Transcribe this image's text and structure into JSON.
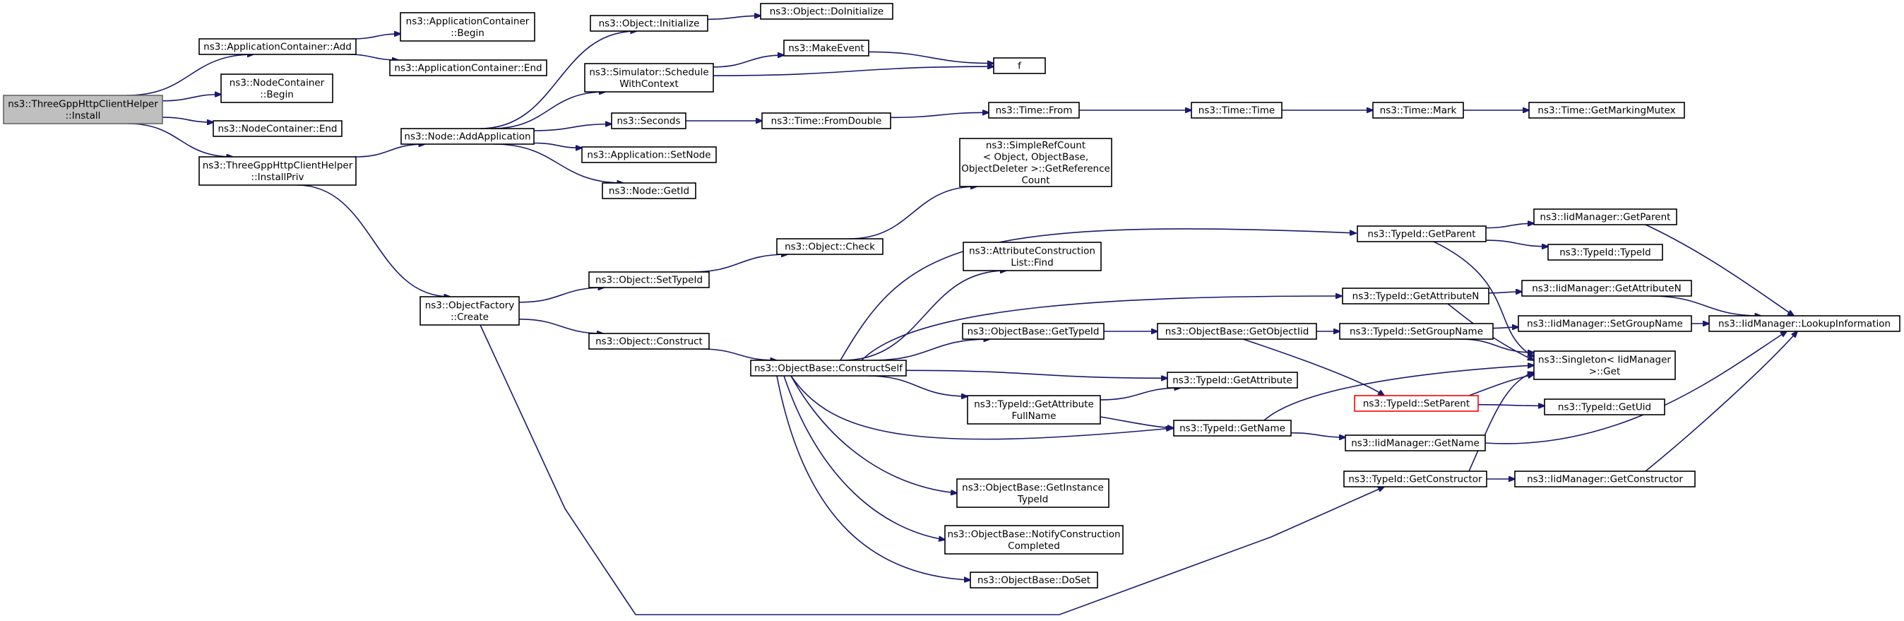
{
  "graph": {
    "nodes": [
      {
        "id": "root",
        "lines": [
          "ns3::ThreeGppHttpClientHelper",
          "::Install"
        ],
        "style": "root"
      },
      {
        "id": "appAdd",
        "lines": [
          "ns3::ApplicationContainer::Add"
        ]
      },
      {
        "id": "nodeBegin",
        "lines": [
          "ns3::NodeContainer",
          "::Begin"
        ]
      },
      {
        "id": "nodeEnd",
        "lines": [
          "ns3::NodeContainer::End"
        ]
      },
      {
        "id": "installPriv",
        "lines": [
          "ns3::ThreeGppHttpClientHelper",
          "::InstallPriv"
        ]
      },
      {
        "id": "appBegin",
        "lines": [
          "ns3::ApplicationContainer",
          "::Begin"
        ]
      },
      {
        "id": "appEnd",
        "lines": [
          "ns3::ApplicationContainer::End"
        ]
      },
      {
        "id": "addApplication",
        "lines": [
          "ns3::Node::AddApplication"
        ]
      },
      {
        "id": "objFactoryCreate",
        "lines": [
          "ns3::ObjectFactory",
          "::Create"
        ]
      },
      {
        "id": "objInitialize",
        "lines": [
          "ns3::Object::Initialize"
        ]
      },
      {
        "id": "scheduleWithContext",
        "lines": [
          "ns3::Simulator::Schedule",
          "WithContext"
        ]
      },
      {
        "id": "seconds",
        "lines": [
          "ns3::Seconds"
        ]
      },
      {
        "id": "appSetNode",
        "lines": [
          "ns3::Application::SetNode"
        ]
      },
      {
        "id": "nodeGetId",
        "lines": [
          "ns3::Node::GetId"
        ]
      },
      {
        "id": "objSetTypeId",
        "lines": [
          "ns3::Object::SetTypeId"
        ]
      },
      {
        "id": "objConstruct",
        "lines": [
          "ns3::Object::Construct"
        ]
      },
      {
        "id": "doInitialize",
        "lines": [
          "ns3::Object::DoInitialize"
        ]
      },
      {
        "id": "makeEvent",
        "lines": [
          "ns3::MakeEvent"
        ]
      },
      {
        "id": "f",
        "lines": [
          "f"
        ]
      },
      {
        "id": "timeFromDouble",
        "lines": [
          "ns3::Time::FromDouble"
        ]
      },
      {
        "id": "timeFrom",
        "lines": [
          "ns3::Time::From"
        ]
      },
      {
        "id": "timeTime",
        "lines": [
          "ns3::Time::Time"
        ]
      },
      {
        "id": "timeMark",
        "lines": [
          "ns3::Time::Mark"
        ]
      },
      {
        "id": "getMarkingMutex",
        "lines": [
          "ns3::Time::GetMarkingMutex"
        ]
      },
      {
        "id": "simpleRefCount",
        "lines": [
          "ns3::SimpleRefCount",
          "< Object, ObjectBase,",
          " ObjectDeleter >::GetReference",
          "Count"
        ]
      },
      {
        "id": "objCheck",
        "lines": [
          "ns3::Object::Check"
        ]
      },
      {
        "id": "constructSelf",
        "lines": [
          "ns3::ObjectBase::ConstructSelf"
        ]
      },
      {
        "id": "attrConstructionFind",
        "lines": [
          "ns3::AttributeConstruction",
          "List::Find"
        ]
      },
      {
        "id": "objBaseGetTypeId",
        "lines": [
          "ns3::ObjectBase::GetTypeId"
        ]
      },
      {
        "id": "getAttributeFullName",
        "lines": [
          "ns3::TypeId::GetAttribute",
          "FullName"
        ]
      },
      {
        "id": "getInstanceTypeId",
        "lines": [
          "ns3::ObjectBase::GetInstance",
          "TypeId"
        ]
      },
      {
        "id": "notifyConstructionCompleted",
        "lines": [
          "ns3::ObjectBase::NotifyConstruction",
          "Completed"
        ]
      },
      {
        "id": "doSet",
        "lines": [
          "ns3::ObjectBase::DoSet"
        ]
      },
      {
        "id": "typeIdGetParent",
        "lines": [
          "ns3::TypeId::GetParent"
        ]
      },
      {
        "id": "typeIdGetAttributeN",
        "lines": [
          "ns3::TypeId::GetAttributeN"
        ]
      },
      {
        "id": "getObjectIid",
        "lines": [
          "ns3::ObjectBase::GetObjectIid"
        ]
      },
      {
        "id": "typeIdGetAttribute",
        "lines": [
          "ns3::TypeId::GetAttribute"
        ]
      },
      {
        "id": "typeIdGetName",
        "lines": [
          "ns3::TypeId::GetName"
        ]
      },
      {
        "id": "typeIdGetConstructor",
        "lines": [
          "ns3::TypeId::GetConstructor"
        ]
      },
      {
        "id": "typeIdSetGroupName",
        "lines": [
          "ns3::TypeId::SetGroupName"
        ]
      },
      {
        "id": "typeIdSetParent",
        "lines": [
          "ns3::TypeId::SetParent"
        ],
        "style": "red"
      },
      {
        "id": "iidGetName",
        "lines": [
          "ns3::IidManager::GetName"
        ]
      },
      {
        "id": "iidGetParent",
        "lines": [
          "ns3::IidManager::GetParent"
        ]
      },
      {
        "id": "typeIdTypeId",
        "lines": [
          "ns3::TypeId::TypeId"
        ]
      },
      {
        "id": "iidGetAttributeN",
        "lines": [
          "ns3::IidManager::GetAttributeN"
        ]
      },
      {
        "id": "iidSetGroupName",
        "lines": [
          "ns3::IidManager::SetGroupName"
        ]
      },
      {
        "id": "singletonGet",
        "lines": [
          "ns3::Singleton< IidManager",
          " >::Get"
        ]
      },
      {
        "id": "typeIdGetUid",
        "lines": [
          "ns3::TypeId::GetUid"
        ]
      },
      {
        "id": "iidGetConstructor",
        "lines": [
          "ns3::IidManager::GetConstructor"
        ]
      },
      {
        "id": "iidLookupInformation",
        "lines": [
          "ns3::IidManager::LookupInformation"
        ]
      }
    ],
    "edges": [
      [
        "root",
        "appAdd"
      ],
      [
        "root",
        "nodeBegin"
      ],
      [
        "root",
        "nodeEnd"
      ],
      [
        "root",
        "installPriv"
      ],
      [
        "appAdd",
        "appBegin"
      ],
      [
        "appAdd",
        "appEnd"
      ],
      [
        "installPriv",
        "addApplication"
      ],
      [
        "installPriv",
        "objFactoryCreate"
      ],
      [
        "addApplication",
        "objInitialize"
      ],
      [
        "addApplication",
        "scheduleWithContext"
      ],
      [
        "addApplication",
        "seconds"
      ],
      [
        "addApplication",
        "appSetNode"
      ],
      [
        "addApplication",
        "nodeGetId"
      ],
      [
        "objInitialize",
        "doInitialize"
      ],
      [
        "scheduleWithContext",
        "makeEvent"
      ],
      [
        "scheduleWithContext",
        "f"
      ],
      [
        "makeEvent",
        "f"
      ],
      [
        "seconds",
        "timeFromDouble"
      ],
      [
        "timeFromDouble",
        "timeFrom"
      ],
      [
        "timeFrom",
        "timeTime"
      ],
      [
        "timeTime",
        "timeMark"
      ],
      [
        "timeMark",
        "getMarkingMutex"
      ],
      [
        "objFactoryCreate",
        "objSetTypeId"
      ],
      [
        "objFactoryCreate",
        "objConstruct"
      ],
      [
        "objFactoryCreate",
        "typeIdGetConstructor"
      ],
      [
        "objSetTypeId",
        "objCheck"
      ],
      [
        "objCheck",
        "simpleRefCount"
      ],
      [
        "objConstruct",
        "constructSelf"
      ],
      [
        "constructSelf",
        "typeIdGetParent"
      ],
      [
        "constructSelf",
        "attrConstructionFind"
      ],
      [
        "constructSelf",
        "typeIdGetAttributeN"
      ],
      [
        "constructSelf",
        "objBaseGetTypeId"
      ],
      [
        "constructSelf",
        "typeIdGetAttribute"
      ],
      [
        "constructSelf",
        "getAttributeFullName"
      ],
      [
        "constructSelf",
        "typeIdGetName"
      ],
      [
        "constructSelf",
        "getInstanceTypeId"
      ],
      [
        "constructSelf",
        "notifyConstructionCompleted"
      ],
      [
        "constructSelf",
        "doSet"
      ],
      [
        "objBaseGetTypeId",
        "getObjectIid"
      ],
      [
        "getObjectIid",
        "typeIdSetGroupName"
      ],
      [
        "getObjectIid",
        "typeIdSetParent"
      ],
      [
        "getAttributeFullName",
        "typeIdGetAttribute"
      ],
      [
        "getAttributeFullName",
        "typeIdGetName"
      ],
      [
        "typeIdGetName",
        "singletonGet"
      ],
      [
        "typeIdGetName",
        "iidGetName"
      ],
      [
        "typeIdGetParent",
        "iidGetParent"
      ],
      [
        "typeIdGetParent",
        "typeIdTypeId"
      ],
      [
        "typeIdGetParent",
        "singletonGet"
      ],
      [
        "typeIdGetAttributeN",
        "iidGetAttributeN"
      ],
      [
        "typeIdGetAttributeN",
        "singletonGet"
      ],
      [
        "typeIdSetGroupName",
        "iidSetGroupName"
      ],
      [
        "typeIdSetGroupName",
        "singletonGet"
      ],
      [
        "typeIdSetParent",
        "singletonGet"
      ],
      [
        "typeIdSetParent",
        "typeIdGetUid"
      ],
      [
        "typeIdGetConstructor",
        "singletonGet"
      ],
      [
        "typeIdGetConstructor",
        "iidGetConstructor"
      ],
      [
        "iidGetName",
        "iidLookupInformation"
      ],
      [
        "iidGetParent",
        "iidLookupInformation"
      ],
      [
        "iidGetAttributeN",
        "iidLookupInformation"
      ],
      [
        "iidSetGroupName",
        "iidLookupInformation"
      ],
      [
        "iidGetConstructor",
        "iidLookupInformation"
      ]
    ]
  }
}
